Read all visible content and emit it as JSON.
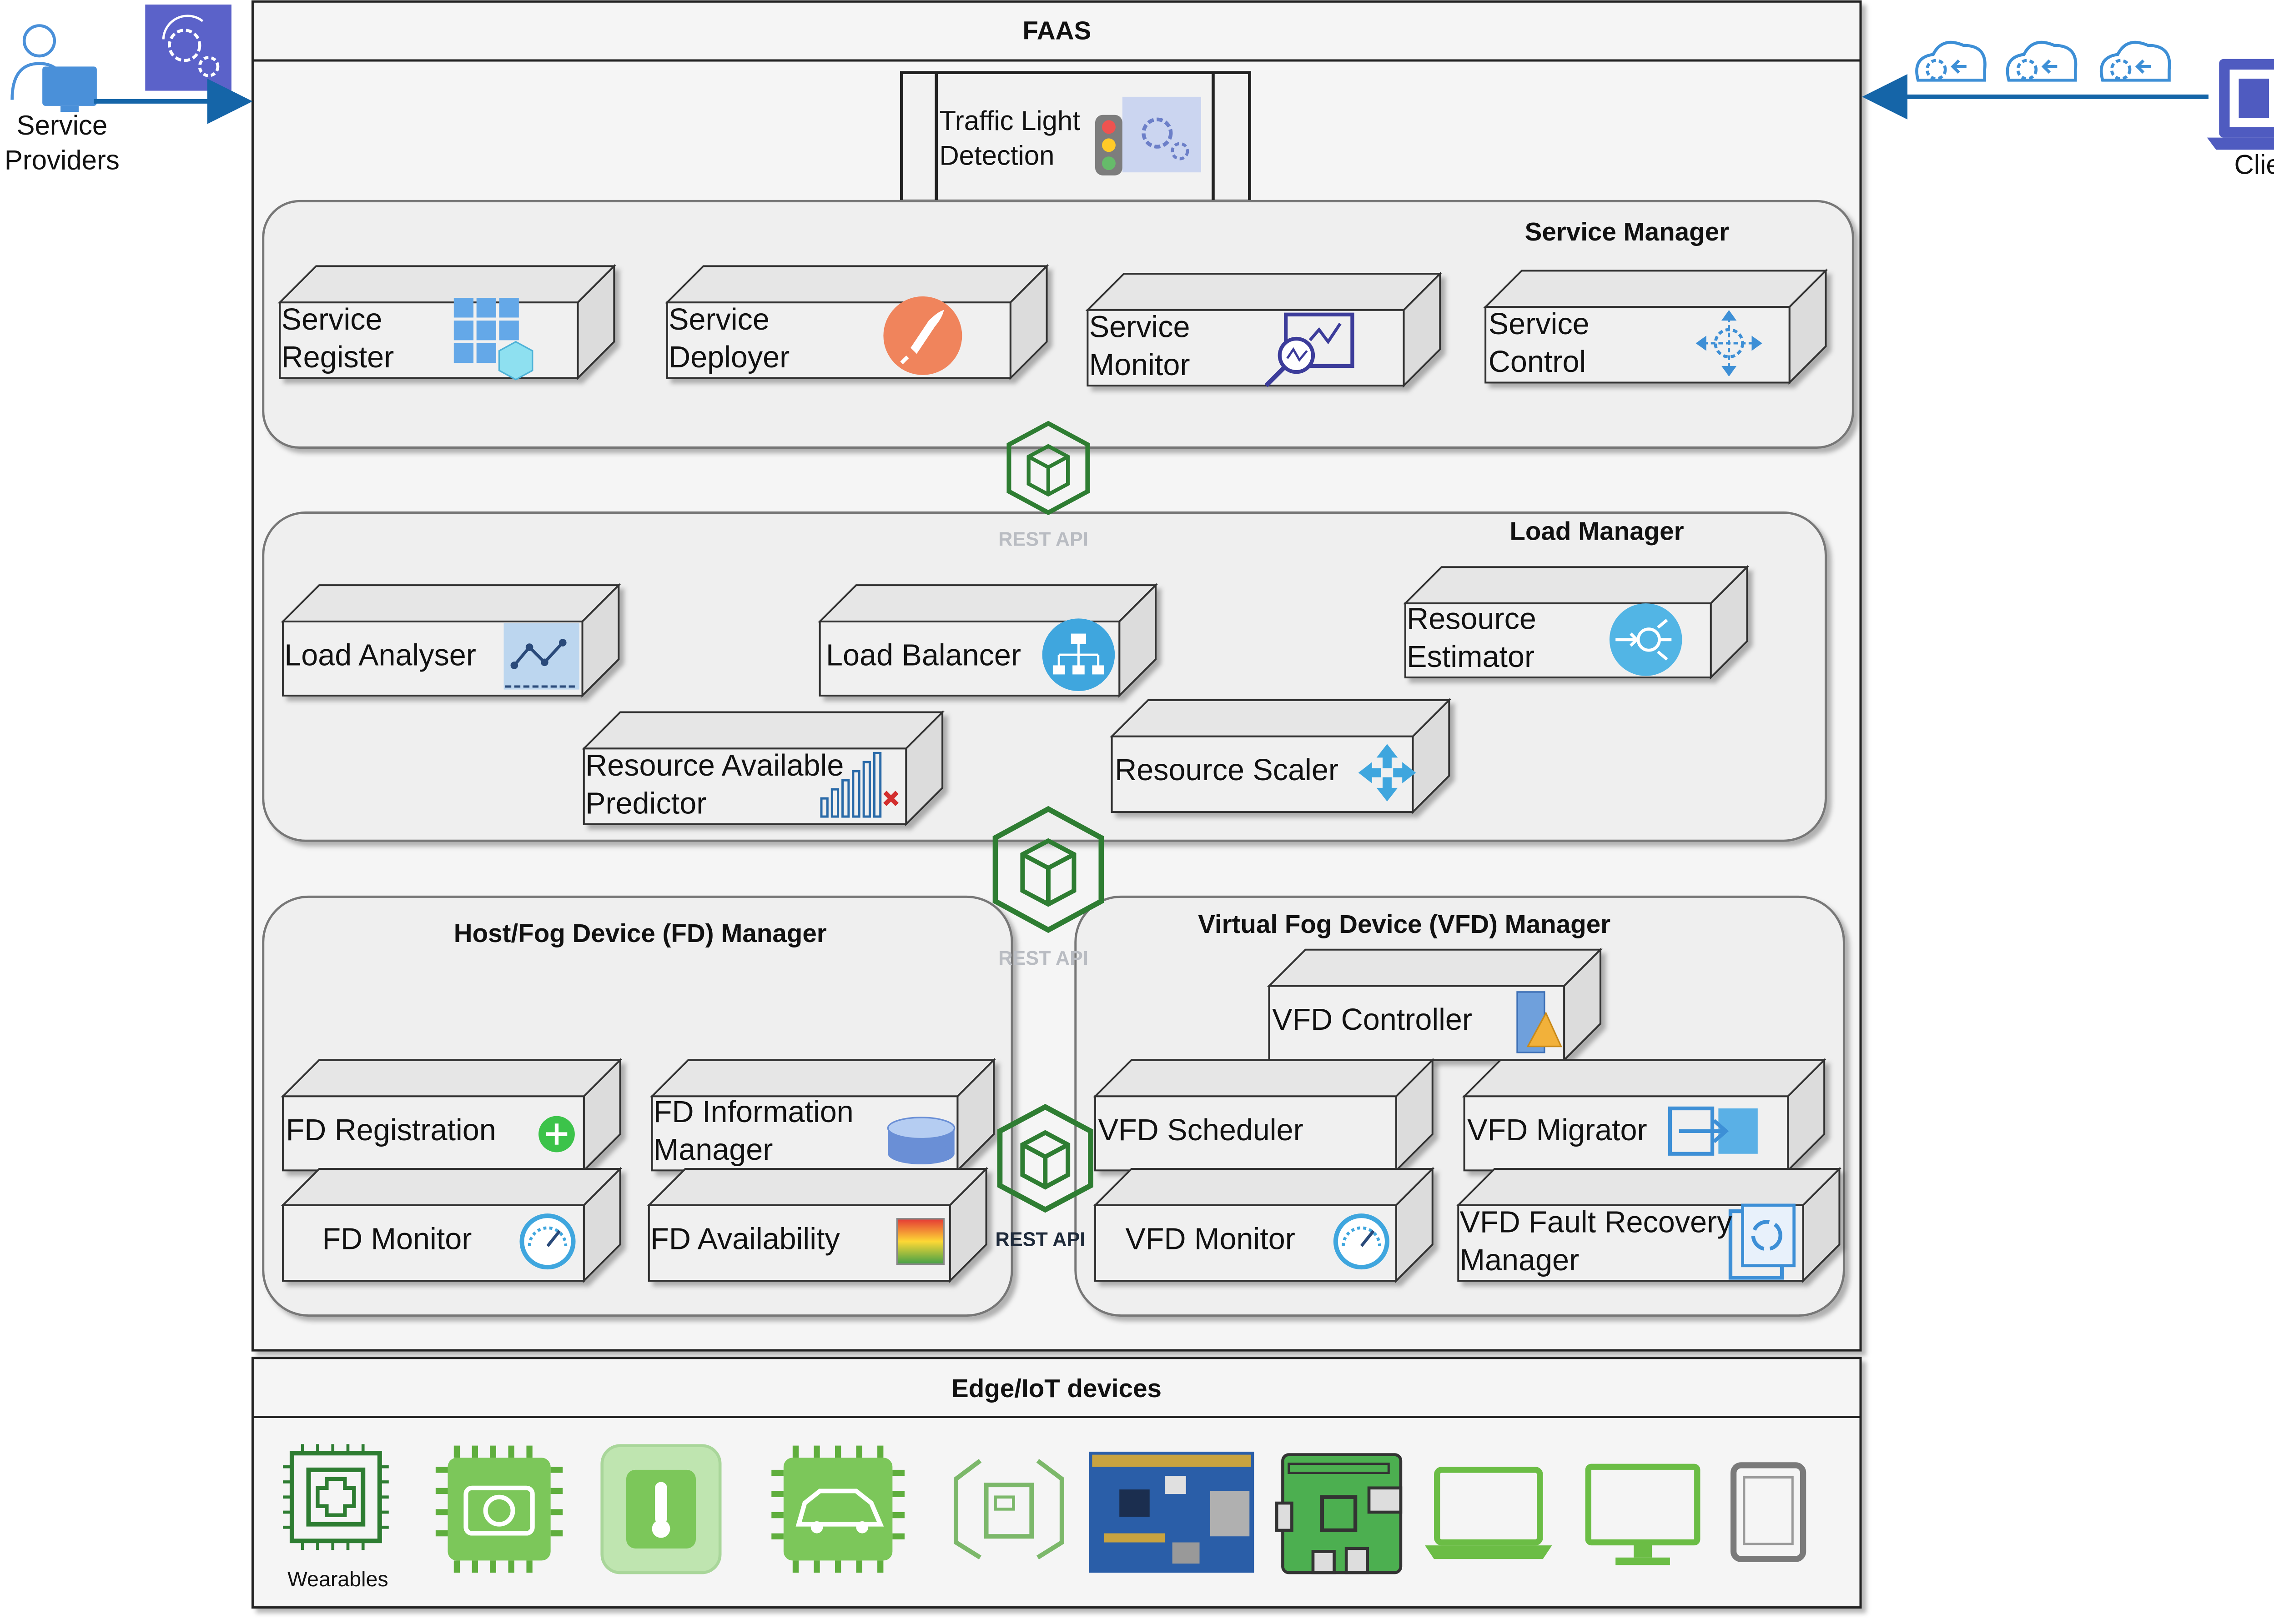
{
  "faas": {
    "title": "FAAS"
  },
  "service_providers": {
    "label": "Service Providers"
  },
  "clients": {
    "label": "Clients"
  },
  "traffic_light": {
    "label": "Traffic Light Detection"
  },
  "service_manager": {
    "title": "Service Manager",
    "items": [
      "Service Register",
      "Service Deployer",
      "Service Monitor",
      "Service Control"
    ]
  },
  "rest_api": {
    "label": "REST API"
  },
  "load_manager": {
    "title": "Load Manager",
    "items": [
      "Load Analyser",
      "Load Balancer",
      "Resource Estimator",
      "Resource Available Predictor",
      "Resource Scaler"
    ]
  },
  "fd_manager": {
    "title": "Host/Fog Device (FD) Manager",
    "items": [
      "FD Registration",
      "FD Information Manager",
      "FD Monitor",
      "FD Availability"
    ]
  },
  "vfd_manager": {
    "title": "Virtual Fog Device (VFD) Manager",
    "items": [
      "VFD Controller",
      "VFD Scheduler",
      "VFD Migrator",
      "VFD Monitor",
      "VFD Fault Recovery Manager"
    ]
  },
  "edge": {
    "title": "Edge/IoT devices",
    "wearables_label": "Wearables",
    "icons": [
      "chip-medical-icon",
      "chip-camera-icon",
      "thermostat-icon",
      "chip-car-icon",
      "sensor-device-icon",
      "circuit-board-icon",
      "raspberry-pi-icon",
      "laptop-icon",
      "monitor-icon",
      "tablet-icon"
    ]
  },
  "colors": {
    "line": "#1a1a1a",
    "panel_bg": "#f4f4f4",
    "box_bg": "#f0f0f0",
    "arrow": "#1565a8",
    "rest_green": "#2e7d32",
    "icon_blue": "#3d8fd6"
  }
}
